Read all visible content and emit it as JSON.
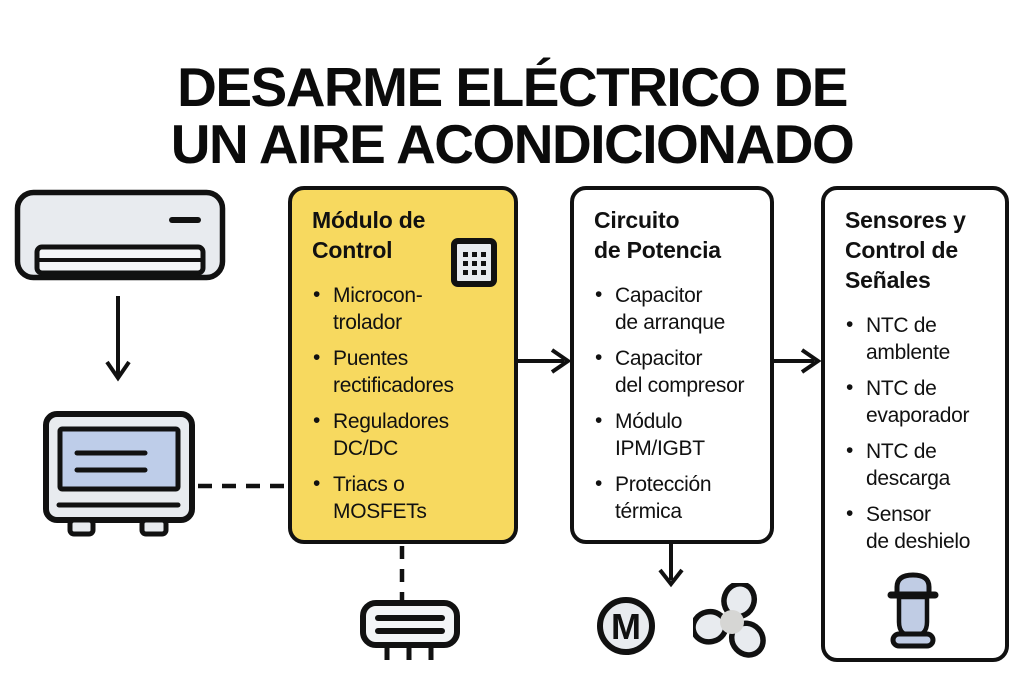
{
  "title": "DESARME ELÉCTRICO DE\nUN AIRE ACONDICIONADO",
  "colors": {
    "accent_yellow": "#F7D95F",
    "outline": "#111111",
    "icon_gray": "#E8EBEF",
    "screen_blue": "#BECDE9",
    "sensor_blue": "#C0CCE4",
    "hub_gray": "#D6D6D4"
  },
  "flow": {
    "boxes": [
      {
        "title": "Módulo de\nControl",
        "items": [
          "Microcon-\ntrolador",
          "Puentes\nrectificadores",
          "Reguladores\nDC/DC",
          "Triacs o\nMOSFETs"
        ]
      },
      {
        "title": "Circuito\nde Potencia",
        "items": [
          "Capacitor\nde arranque",
          "Capacitor\ndel compresor",
          "Módulo\nIPM/IGBT",
          "Protección\ntérmica"
        ]
      },
      {
        "title": "Sensores y\nControl de\nSeñales",
        "items": [
          "NTC de\namblente",
          "NTC de\nevaporador",
          "NTC de\ndescarga",
          "Sensor\nde deshielo"
        ]
      }
    ],
    "motor_label": "M"
  },
  "icons": [
    "ac-unit-icon",
    "control-board-icon",
    "chip-icon",
    "connector-icon",
    "motor-icon",
    "fan-icon",
    "sensor-icon",
    "arrow-down-icon",
    "arrow-right-icon",
    "dashed-connector"
  ]
}
